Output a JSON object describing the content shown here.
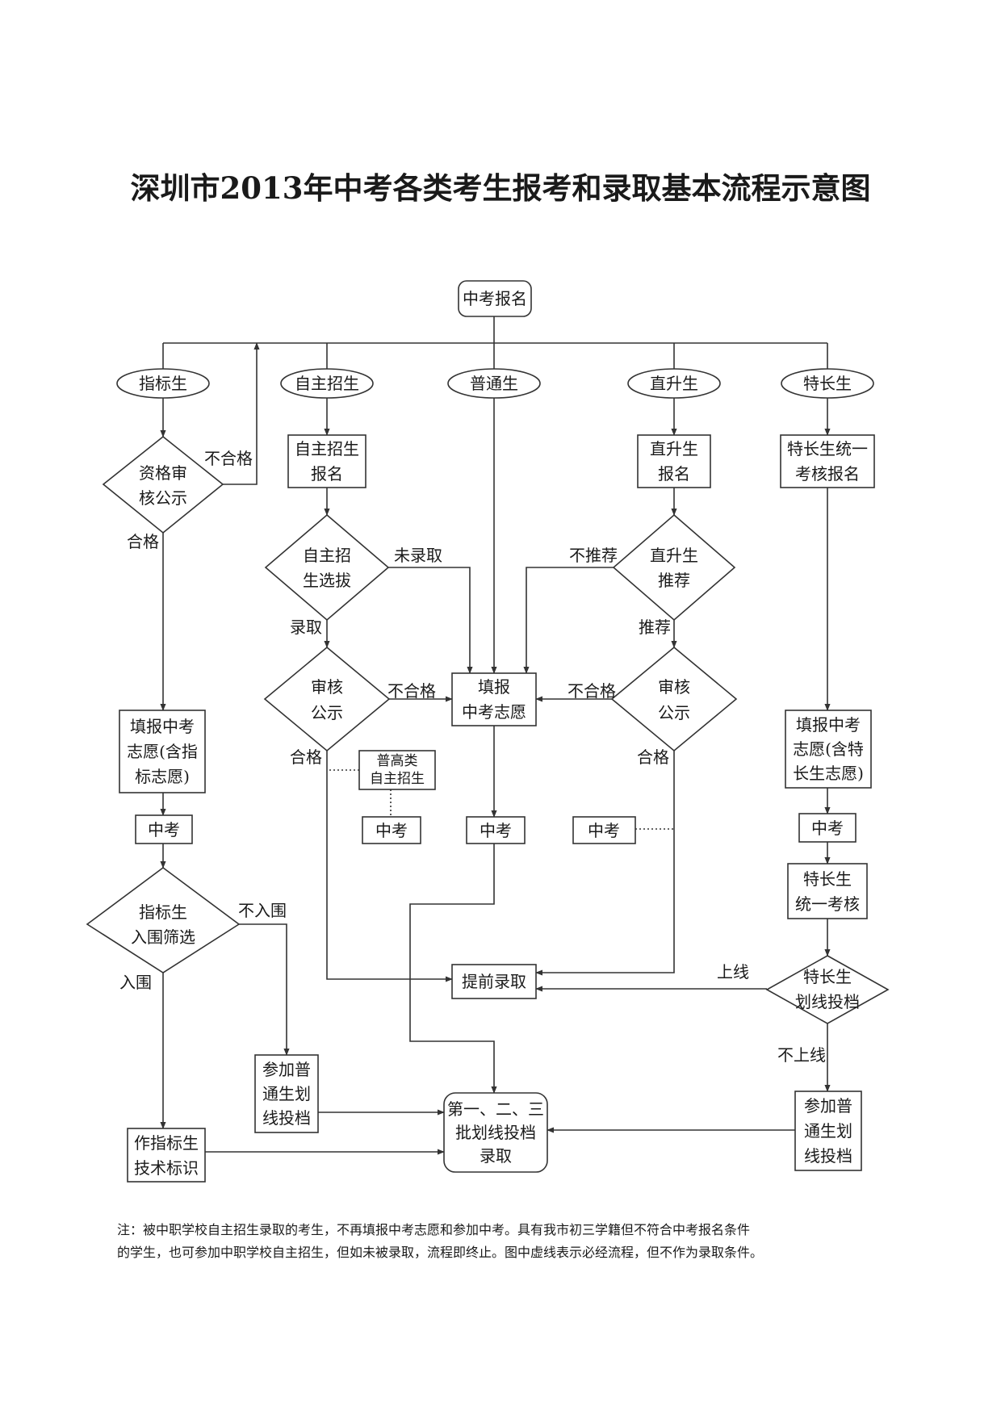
{
  "title": "深圳市2013年中考各类考生报考和录取基本流程示意图",
  "nodes": {
    "start": "中考报名",
    "zhibiao": "指标生",
    "zizhu": "自主招生",
    "putong": "普通生",
    "zhisheng": "直升生",
    "techang": "特长生",
    "zige": [
      "资格审",
      "核公示"
    ],
    "zizhu_baoming": [
      "自主招生",
      "报名"
    ],
    "zhisheng_baoming": [
      "直升生",
      "报名"
    ],
    "techang_baoming": [
      "特长生统一",
      "考核报名"
    ],
    "zizhu_xuanba": [
      "自主招",
      "生选拔"
    ],
    "zhisheng_tuijian": [
      "直升生",
      "推荐"
    ],
    "shenhe_left": [
      "审核",
      "公示"
    ],
    "shenhe_right": [
      "审核",
      "公示"
    ],
    "tianbao_center": [
      "填报",
      "中考志愿"
    ],
    "tianbao_left": [
      "填报中考",
      "志愿(含指",
      "标志愿)"
    ],
    "tianbao_right": [
      "填报中考",
      "志愿(含特",
      "长生志愿)"
    ],
    "pugao": [
      "普高类",
      "自主招生"
    ],
    "zhongkao": "中考",
    "zhibiao_shaixuan": [
      "指标生",
      "入围筛选"
    ],
    "techang_kaohe": [
      "特长生",
      "统一考核"
    ],
    "techang_toudang": [
      "特长生",
      "划线投档"
    ],
    "tiqian": "提前录取",
    "canjia_left": [
      "参加普",
      "通生划",
      "线投档"
    ],
    "canjia_right": [
      "参加普",
      "通生划",
      "线投档"
    ],
    "zuo_biaoshi": [
      "作指标生",
      "技术标识"
    ],
    "piluqu": [
      "第一、二、三",
      "批划线投档",
      "录取"
    ]
  },
  "edge_labels": {
    "buhege": "不合格",
    "hege": "合格",
    "weiluqu": "未录取",
    "butuijian": "不推荐",
    "luqu": "录取",
    "tuijian": "推荐",
    "buruwei": "不入围",
    "ruwei": "入围",
    "shangxian": "上线",
    "bushangxian": "不上线"
  },
  "note": [
    "注：被中职学校自主招生录取的考生，不再填报中考志愿和参加中考。具有我市初三学籍但不符合中考报名条件",
    "的学生，也可参加中职学校自主招生，但如未被录取，流程即终止。图中虚线表示必经流程，但不作为录取条件。"
  ],
  "colors": {
    "stroke": "#333333",
    "text": "#1a1a1a"
  }
}
